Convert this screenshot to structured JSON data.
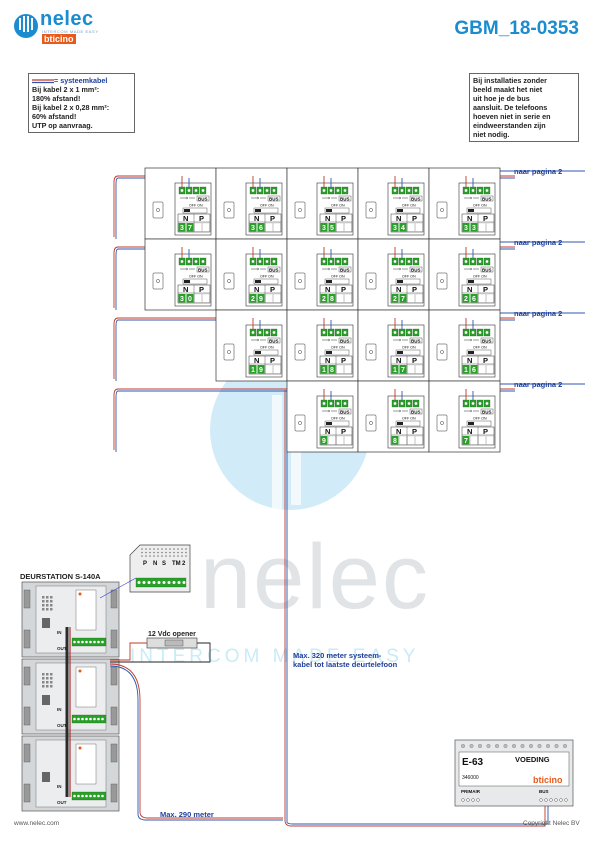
{
  "header": {
    "brand": "nelec",
    "tagline": "INTERCOM MADE EASY",
    "sub_brand": "bticino",
    "doc_id": "GBM_18-0353"
  },
  "note_cable": {
    "title": "= systeemkabel",
    "lines": [
      "Bij kabel 2 x 1 mm²:",
      "180% afstand!",
      "Bij kabel 2 x 0,28 mm²:",
      "60% afstand!",
      "UTP op aanvraag."
    ]
  },
  "note_phones": {
    "lines": [
      "Bij installaties zonder",
      "beeld maakt het niet",
      "uit hoe je de bus",
      "aansluit. De telefoons",
      "hoeven niet in serie en",
      "eindweerstanden zijn",
      "niet nodig."
    ]
  },
  "page_labels": [
    "naar pagina 2",
    "naar pagina 2",
    "naar pagina 2",
    "naar pagina 2"
  ],
  "phone_module": {
    "bus_label": "BUS",
    "switch_label": "OFF ON",
    "col_n": "N",
    "col_p": "P"
  },
  "phones": [
    {
      "row": 0,
      "col": 0,
      "digits": [
        "3",
        "7"
      ]
    },
    {
      "row": 0,
      "col": 1,
      "digits": [
        "3",
        "6"
      ]
    },
    {
      "row": 0,
      "col": 2,
      "digits": [
        "3",
        "5"
      ]
    },
    {
      "row": 0,
      "col": 3,
      "digits": [
        "3",
        "4"
      ]
    },
    {
      "row": 0,
      "col": 4,
      "digits": [
        "3",
        "3"
      ]
    },
    {
      "row": 1,
      "col": 0,
      "digits": [
        "3",
        "0"
      ]
    },
    {
      "row": 1,
      "col": 1,
      "digits": [
        "2",
        "9"
      ]
    },
    {
      "row": 1,
      "col": 2,
      "digits": [
        "2",
        "8"
      ]
    },
    {
      "row": 1,
      "col": 3,
      "digits": [
        "2",
        "7"
      ]
    },
    {
      "row": 1,
      "col": 4,
      "digits": [
        "2",
        "6"
      ]
    },
    {
      "row": 2,
      "col": 1,
      "digits": [
        "1",
        "9"
      ]
    },
    {
      "row": 2,
      "col": 2,
      "digits": [
        "1",
        "8"
      ]
    },
    {
      "row": 2,
      "col": 3,
      "digits": [
        "1",
        "7"
      ]
    },
    {
      "row": 2,
      "col": 4,
      "digits": [
        "1",
        "6"
      ]
    },
    {
      "row": 3,
      "col": 2,
      "digits": [
        "9"
      ]
    },
    {
      "row": 3,
      "col": 3,
      "digits": [
        "8"
      ]
    },
    {
      "row": 3,
      "col": 4,
      "digits": [
        "7"
      ]
    }
  ],
  "door_station": {
    "title": "DEURSTATION S-140A",
    "terminals": [
      "P",
      "N",
      "S",
      "TM",
      "2"
    ],
    "in_label": "IN",
    "out_label": "OUT"
  },
  "opener_label": "12 Vdc opener",
  "max_320_lines": [
    "Max. 320 meter systeem-",
    "kabel tot laatste deurtelefoon"
  ],
  "max_290": "Max. 290 meter",
  "power_supply": {
    "code": "E-63",
    "name": "VOEDING",
    "article": "346000",
    "brand": "bticino",
    "primair": "PRIMAIR",
    "bus": "BUS"
  },
  "footer": {
    "website": "www.nelec.com",
    "copyright": "Copyright Nelec BV"
  },
  "watermark": {
    "text": "nelec",
    "sub": "INTERCOM MADE EASY"
  },
  "colors": {
    "brand_blue": "#1a8ccf",
    "brand_orange": "#e85a1b",
    "label_blue": "#1f3f9a",
    "terminal_green": "#2aa02a",
    "wire_red": "#c0392b",
    "wire_blue": "#2f56b0"
  }
}
